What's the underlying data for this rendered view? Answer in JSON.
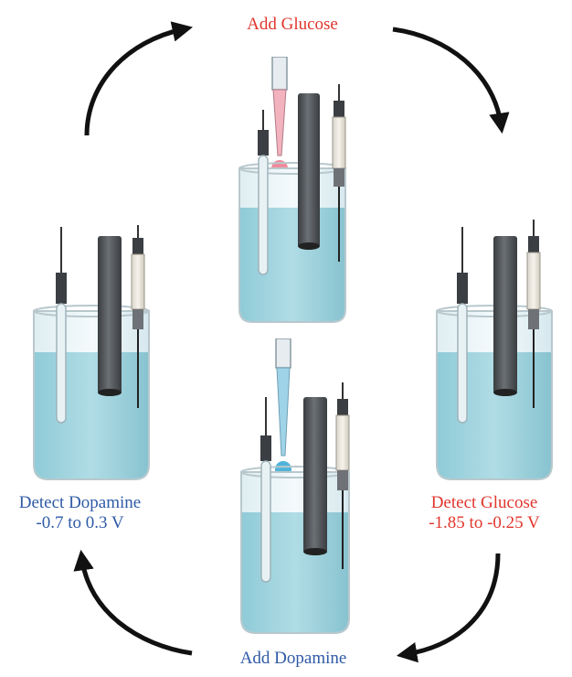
{
  "steps": {
    "add_glucose": {
      "label": "Add Glucose",
      "color": "#e0362d"
    },
    "detect_glucose": {
      "line1": "Detect Glucose",
      "line2": "-1.85 to -0.25 V",
      "color": "#e0362d"
    },
    "add_dopamine": {
      "label": "Add Dopamine",
      "color": "#2f5aa6"
    },
    "detect_dopamine": {
      "line1": "Detect Dopamine",
      "line2": "-0.7 to 0.3 V",
      "color": "#2f5aa6"
    }
  },
  "drops": {
    "glucose_color": "#f08a9a",
    "dopamine_color": "#4fb3d9"
  },
  "solution_color": "#7fc3d0",
  "cycle_direction": "clockwise"
}
